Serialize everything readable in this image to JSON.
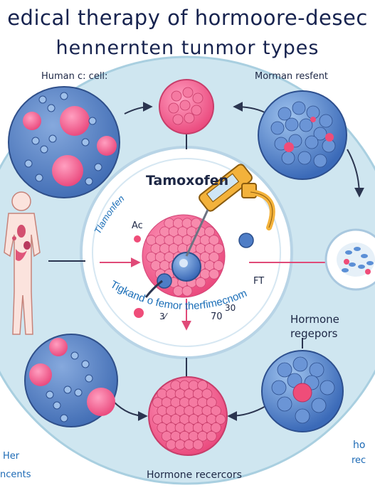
{
  "title_line1": "edical therapy   of  hormoore-desec",
  "title_line2": "hennernten tunmor types",
  "labels": {
    "human_cell": "Human c: cell:",
    "morman_resfent": "Morman resfent",
    "tamoxofen": "Tamoxofen",
    "tlamonfen": "Tlamonfen",
    "ac": "Ac",
    "ft": "FT",
    "num_37": "3⁄",
    "num_70": "70",
    "num_30": "30",
    "arc_text": "Tigkand o femor therfimecnom",
    "hormone_regepors_1": "Hormone",
    "hormone_regepors_2": "regepors",
    "hormone_recercors": "Hormone recercors",
    "her": "Her",
    "ncents": "ncents",
    "ho": "ho",
    "rec": "rec"
  },
  "colors": {
    "outer_circle": "#c9e3ee",
    "blue_cell": "#5a86c8",
    "pink": "#ee5585",
    "navy_text": "#17234f",
    "syringe_orange": "#f0a426"
  }
}
